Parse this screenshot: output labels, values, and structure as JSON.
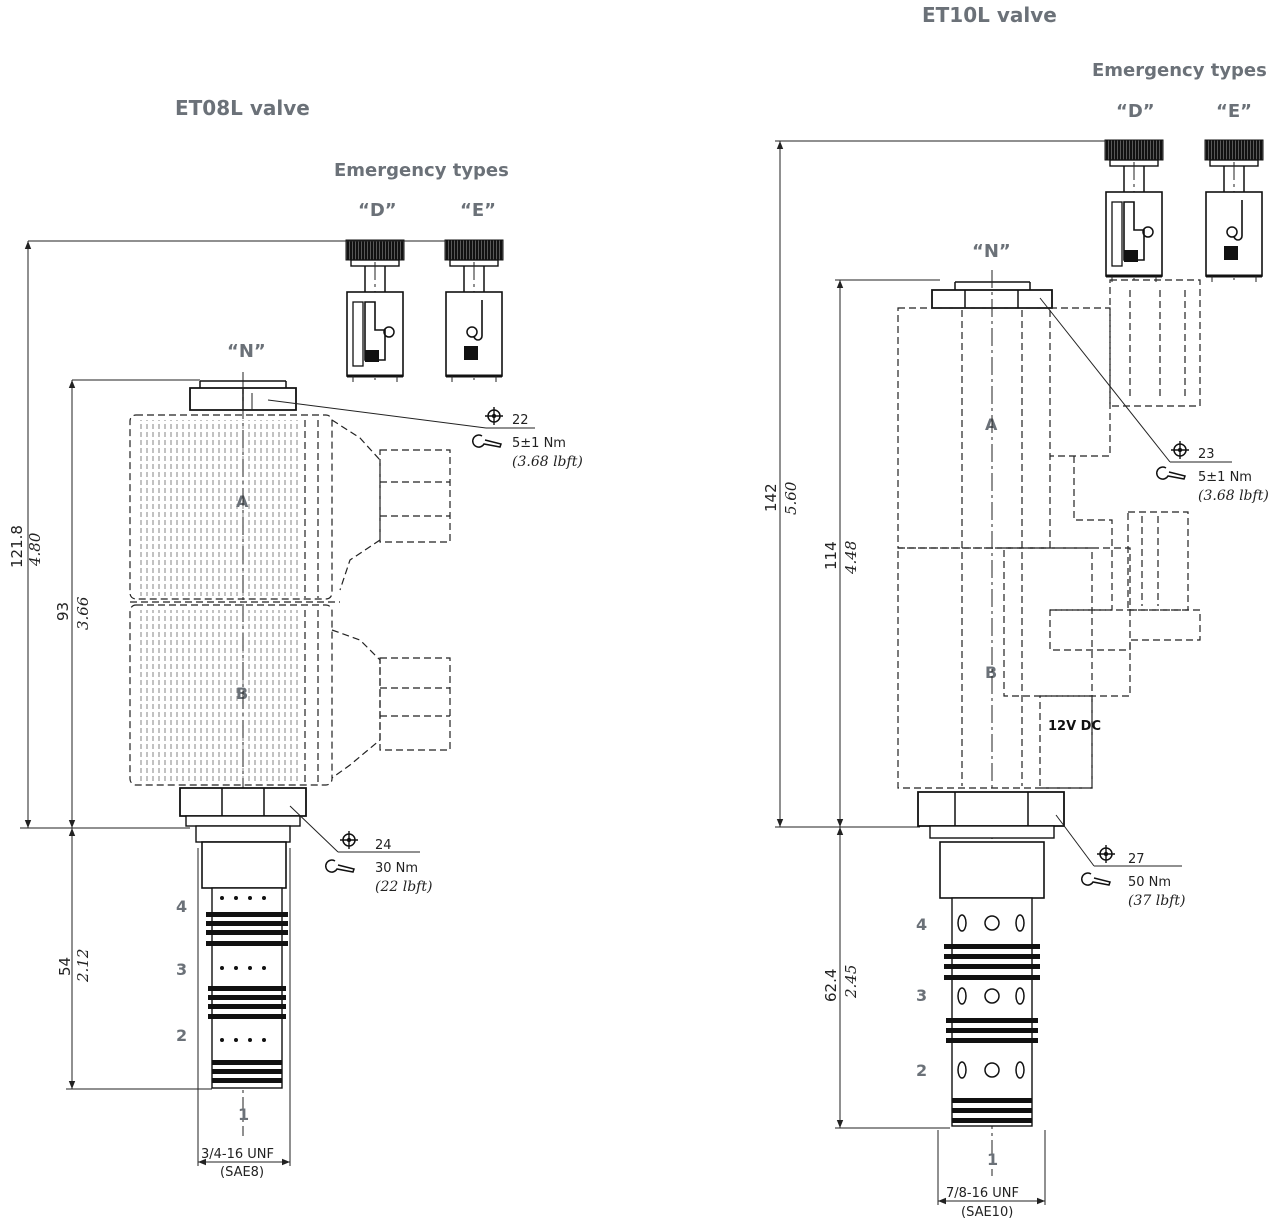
{
  "colors": {
    "title": "#6b7178",
    "line": "#222222"
  },
  "left": {
    "title": "ET08L valve",
    "emergency_title": "Emergency types",
    "type_d": "“D”",
    "type_e": "“E”",
    "type_n": "“N”",
    "coil_a": "A",
    "coil_b": "B",
    "ports": [
      "4",
      "3",
      "2",
      "1"
    ],
    "dim_total_mm": "121.8",
    "dim_total_in": "4.80",
    "dim_coil_mm": "93",
    "dim_coil_in": "3.66",
    "dim_cart_mm": "54",
    "dim_cart_in": "2.12",
    "nut_top_size": "22",
    "nut_top_torque": "5±1 Nm",
    "nut_top_torque_imp": "(3.68 lbft)",
    "nut_bot_size": "24",
    "nut_bot_torque": "30 Nm",
    "nut_bot_torque_imp": "(22 lbft)",
    "thread": "3/4-16 UNF",
    "thread_sae": "(SAE8)",
    "icons": [
      "crosshair-icon",
      "wrench-icon"
    ]
  },
  "right": {
    "title": "ET10L valve",
    "emergency_title": "Emergency types",
    "type_d": "“D”",
    "type_e": "“E”",
    "type_n": "“N”",
    "coil_a": "A",
    "coil_b": "B",
    "voltage": "12V DC",
    "ports": [
      "4",
      "3",
      "2",
      "1"
    ],
    "dim_total_mm": "142",
    "dim_total_in": "5.60",
    "dim_coil_mm": "114",
    "dim_coil_in": "4.48",
    "dim_cart_mm": "62.4",
    "dim_cart_in": "2.45",
    "nut_top_size": "23",
    "nut_top_torque": "5±1 Nm",
    "nut_top_torque_imp": "(3.68 lbft)",
    "nut_bot_size": "27",
    "nut_bot_torque": "50 Nm",
    "nut_bot_torque_imp": "(37 lbft)",
    "thread": "7/8-16 UNF",
    "thread_sae": "(SAE10)",
    "icons": [
      "crosshair-icon",
      "wrench-icon"
    ]
  }
}
